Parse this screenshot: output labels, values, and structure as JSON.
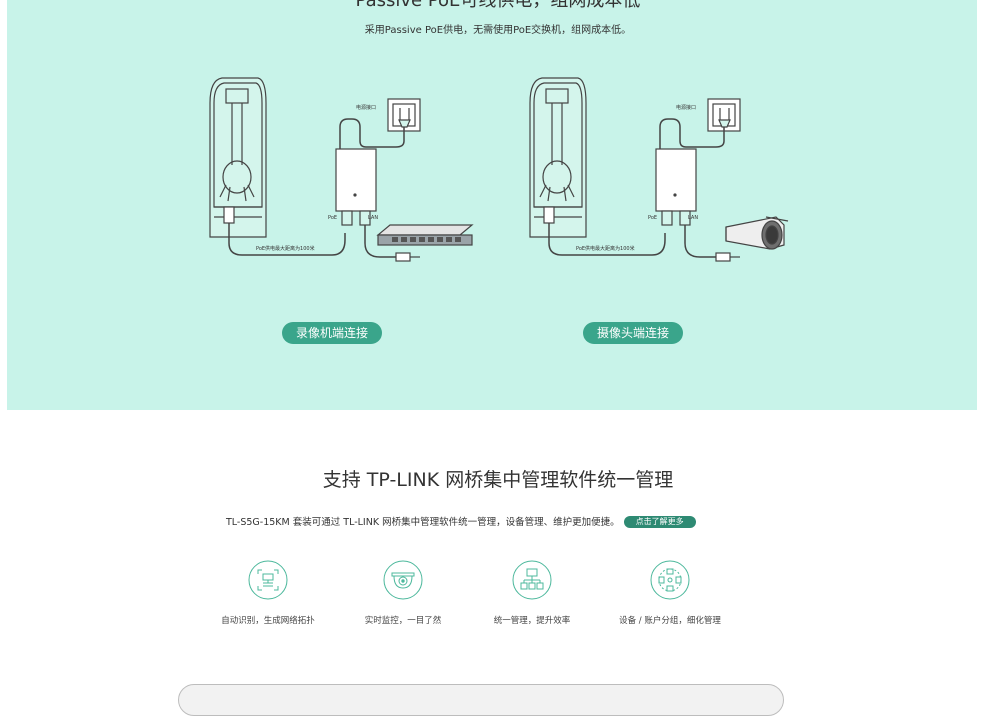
{
  "section1": {
    "title": "Passive PoE可线供电，组网成本低",
    "subtitle": "采用Passive PoE供电，无需使用PoE交换机，组网成本低。",
    "diagram_labels": {
      "power_port": "电源接口",
      "poe": "PoE",
      "lan": "LAN",
      "cable_note": "PoE供电最大距离为100米"
    },
    "buttons": [
      {
        "label": "录像机端连接"
      },
      {
        "label": "摄像头端连接"
      }
    ]
  },
  "section2": {
    "title": "支持 TP-LINK 网桥集中管理软件统一管理",
    "description": "TL-S5G-15KM 套装可通过 TL-LINK 网桥集中管理软件统一管理，设备管理、维护更加便捷。",
    "more_button": "点击了解更多",
    "features": [
      {
        "icon": "topology-scan-icon",
        "label": "自动识别，生成网络拓扑"
      },
      {
        "icon": "camera-monitor-icon",
        "label": "实时监控，一目了然"
      },
      {
        "icon": "network-tree-icon",
        "label": "统一管理，提升效率"
      },
      {
        "icon": "device-group-icon",
        "label": "设备 / 账户分组，细化管理"
      }
    ]
  },
  "colors": {
    "mint_background": "#c8f3e9",
    "accent_green": "#3aa58b",
    "icon_green": "#4cb89c"
  }
}
